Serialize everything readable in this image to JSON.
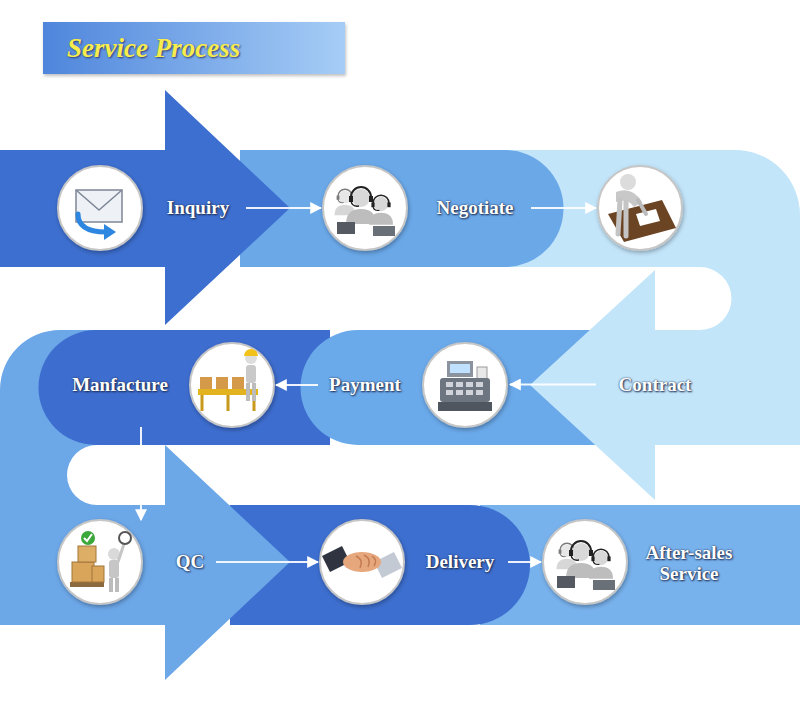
{
  "diagram": {
    "title": "Service Process",
    "nodes": [
      {
        "text": [
          "Inquiry"
        ]
      },
      {
        "text": [
          "Negotiate"
        ]
      },
      {
        "text": [
          "Contract"
        ]
      },
      {
        "text": [
          "Payment"
        ]
      },
      {
        "text": [
          "Manfacture"
        ]
      },
      {
        "text": [
          "QC"
        ]
      },
      {
        "text": [
          "Delivery"
        ]
      },
      {
        "text": [
          "After-sales Service"
        ]
      }
    ],
    "edges": [
      {
        "from": 0,
        "to": 1,
        "arrow": "to"
      },
      {
        "from": 1,
        "to": 2,
        "arrow": "to"
      },
      {
        "from": 2,
        "to": 3,
        "arrow": "to"
      },
      {
        "from": 3,
        "to": 4,
        "arrow": "to"
      },
      {
        "from": 4,
        "to": 5,
        "arrow": "to"
      },
      {
        "from": 5,
        "to": 6,
        "arrow": "to"
      },
      {
        "from": 6,
        "to": 7,
        "arrow": "to"
      }
    ]
  }
}
